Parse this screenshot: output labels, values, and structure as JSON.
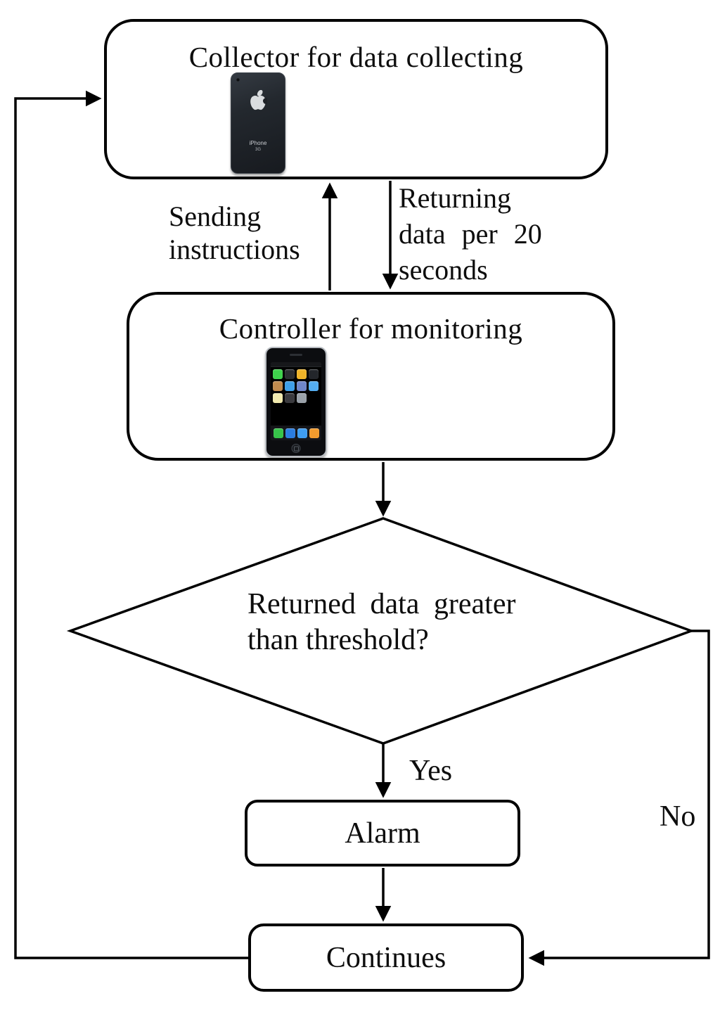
{
  "figure": {
    "background": "#ffffff",
    "line_color": "#000000",
    "nodes": {
      "collector": {
        "label": "Collector for data collecting"
      },
      "controller": {
        "label": "Controller for monitoring"
      },
      "decision": {
        "line1": "Returned data greater",
        "line2": "than threshold?"
      },
      "alarm": {
        "label": "Alarm"
      },
      "continues": {
        "label": "Continues"
      }
    },
    "edge_labels": {
      "sending": {
        "line1": "Sending",
        "line2": "instructions"
      },
      "returning": {
        "line1": "Returning",
        "line2": "data per 20",
        "line3": "seconds"
      },
      "yes": "Yes",
      "no": "No"
    }
  },
  "phone_back": {
    "icon": "iphone-back-icon",
    "brand_text": "iPhone",
    "model_text": "3G",
    "body_color": "#23282e",
    "logo_color": "#d9dcdf"
  },
  "phone_front": {
    "icon": "iphone-front-icon",
    "screen_icons": {
      "grid": [
        [
          "#3fd24c",
          "#2b2d31",
          "#f0b429",
          "#23262b"
        ],
        [
          "#bf8a4e",
          "#3f9fe8",
          "#6f86c9",
          "#54aef2"
        ],
        [
          "#f2eaae",
          "#3a3a3e",
          "#9aa1a9"
        ]
      ],
      "dock": [
        "#37c44a",
        "#2b7de0",
        "#3f9df0",
        "#f29b2e"
      ]
    }
  }
}
